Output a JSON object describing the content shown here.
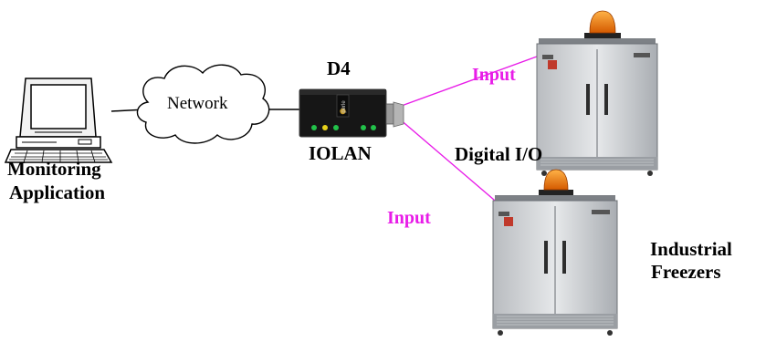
{
  "labels": {
    "monitoring_line1": "Monitoring",
    "monitoring_line2": "Application",
    "network": "Network",
    "device_top": "D4",
    "device_bottom": "IOLAN",
    "device_brand": "perle",
    "digital_io": "Digital I/O",
    "input_top": "Input",
    "input_bottom": "Input",
    "freezers_line1": "Industrial",
    "freezers_line2": "Freezers"
  },
  "colors": {
    "link_input": "#e81ce8",
    "beacon": "#f07a00",
    "freezer_body": "#c9ccd0",
    "device_body": "#161616",
    "led_green": "#22c24a",
    "led_yellow": "#e8d21a"
  }
}
